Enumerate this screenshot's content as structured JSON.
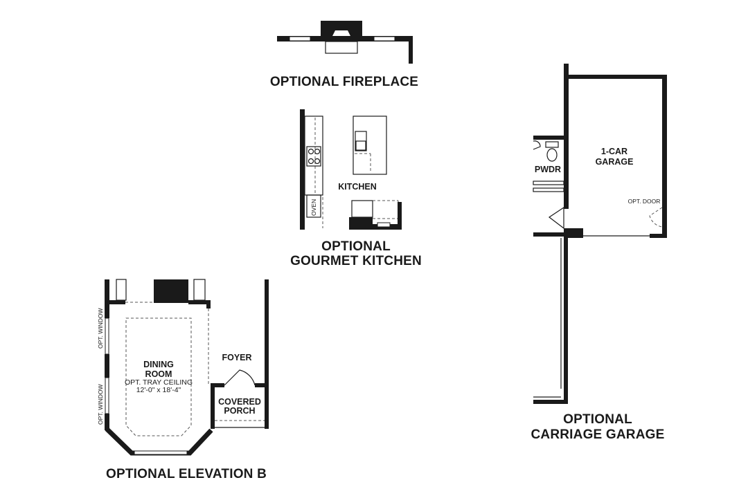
{
  "sections": {
    "fireplace": {
      "title": "OPTIONAL FIREPLACE"
    },
    "kitchen": {
      "title_line1": "OPTIONAL",
      "title_line2": "GOURMET KITCHEN",
      "room_label": "KITCHEN",
      "oven_label": "OVEN"
    },
    "elevation": {
      "title": "OPTIONAL ELEVATION B",
      "dining_line1": "DINING",
      "dining_line2": "ROOM",
      "ceiling": "OPT. TRAY CEILING",
      "dimensions": "12'-0\" x 18'-4\"",
      "window_label": "OPT. WINDOW",
      "foyer": "FOYER",
      "porch_line1": "COVERED",
      "porch_line2": "PORCH"
    },
    "garage": {
      "title_line1": "OPTIONAL",
      "title_line2": "CARRIAGE GARAGE",
      "garage_line1": "1-CAR",
      "garage_line2": "GARAGE",
      "powder": "PWDR",
      "opt_door": "OPT. DOOR"
    }
  }
}
